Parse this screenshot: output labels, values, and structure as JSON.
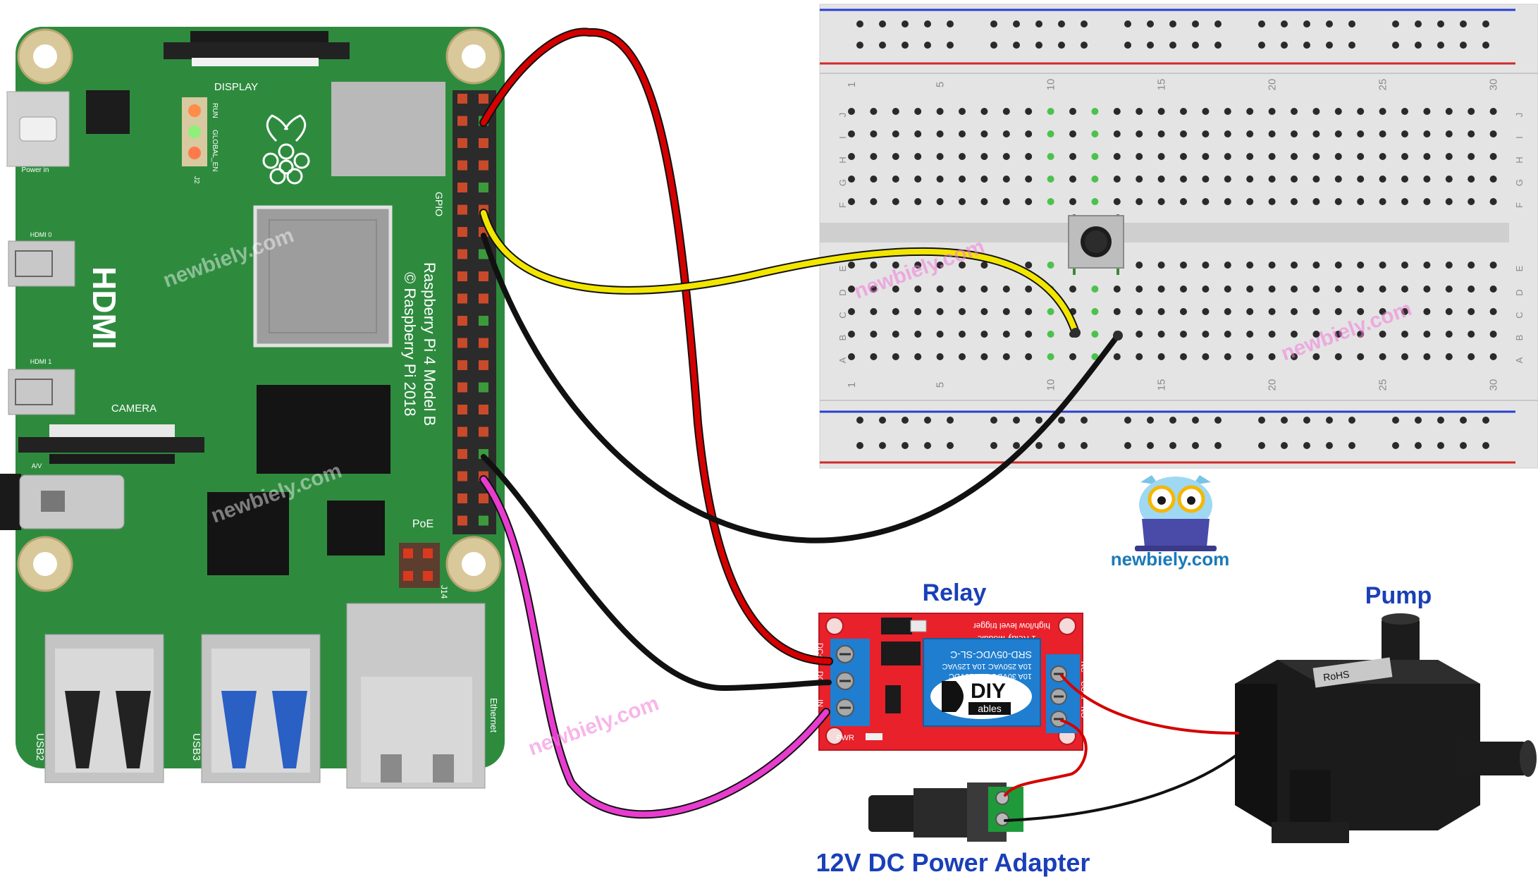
{
  "labels": {
    "relay": "Relay",
    "pump": "Pump",
    "power_adapter": "12V DC Power Adapter",
    "brand": "newbiely.com",
    "watermark": "newbiely.com"
  },
  "pi_board": {
    "model_line1": "Raspberry Pi 4 Model B",
    "model_line2": "© Raspberry Pi 2018",
    "hdmi": "HDMI",
    "display": "DISPLAY",
    "camera": "CAMERA",
    "gpio": "GPIO",
    "poe": "PoE",
    "power_in": "Power in",
    "hdmi0": "HDMI 0",
    "hdmi1": "HDMI 1",
    "av": "A/V",
    "usb2": "USB2",
    "usb3": "USB3",
    "ethernet": "Ethernet",
    "j14": "J14",
    "j2": "J2",
    "led_run": "RUN",
    "led_global_en": "GLOBAL_EN"
  },
  "relay_module": {
    "title": "1 Relay Module",
    "trigger": "high/low level trigger",
    "relay_part": "SRD-05VDC-SL-C",
    "rating1": "10A 250VAC 10A 125VAC",
    "rating2": "10A 30VDC 10A 28VDC",
    "logo_big": "DIY",
    "logo_small": "ables",
    "pwr": "PWR",
    "pin_dc_plus": "DC+",
    "pin_dc_minus": "DC-",
    "pin_in": "IN",
    "pin_nc": "NC",
    "pin_com": "COM",
    "pin_no": "NO"
  },
  "breadboard": {
    "col_numbers": [
      "1",
      "5",
      "10",
      "15",
      "20",
      "25",
      "30"
    ],
    "rows_top": [
      "J",
      "I",
      "H",
      "G",
      "F"
    ],
    "rows_bottom": [
      "E",
      "D",
      "C",
      "B",
      "A"
    ]
  },
  "pump": {
    "label_text": "RoHS"
  },
  "colors": {
    "wire_red": "#d40000",
    "wire_yellow": "#f2e600",
    "wire_black": "#111111",
    "wire_magenta": "#e83ccf",
    "pcb_green": "#2e8b3e",
    "relay_red": "#e8212b",
    "label_blue": "#1a3fb8"
  }
}
